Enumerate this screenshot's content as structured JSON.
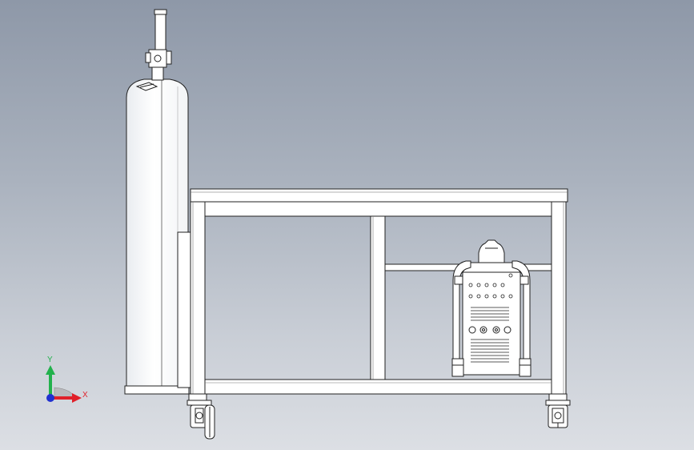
{
  "viewport": {
    "background_top": "#8e98a8",
    "background_bottom": "#dcdfe4"
  },
  "triad": {
    "x_label": "X",
    "y_label": "Y",
    "x_color": "#e0202a",
    "y_color": "#22b14c",
    "z_color": "#2030d0"
  },
  "model": {
    "parts": [
      "gas-cylinder",
      "welding-cart-frame",
      "welding-machine",
      "caster-wheel-left",
      "caster-wheel-right"
    ]
  }
}
